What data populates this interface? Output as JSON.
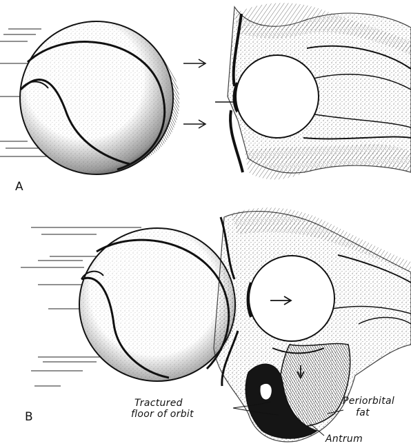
{
  "figure": {
    "panel_a": {
      "letter": "A"
    },
    "panel_b": {
      "letter": "B"
    },
    "labels": {
      "fractured_floor_line1": "Tractured",
      "fractured_floor_line2": "floor of orbit",
      "periorbital_fat_line1": "Periorbital",
      "periorbital_fat_line2": "fat",
      "antrum": "Antrum"
    }
  }
}
